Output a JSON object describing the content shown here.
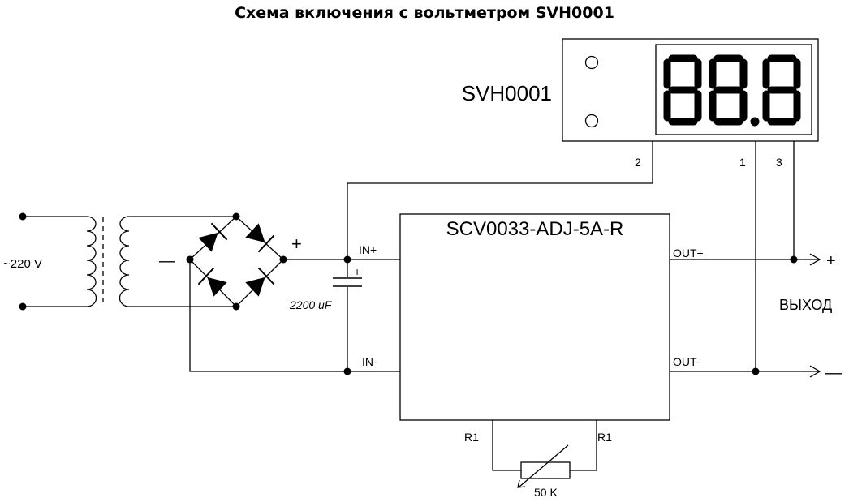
{
  "title": "Схема включения с вольтметром SVH0001",
  "voltmeter": {
    "name": "SVH0001",
    "display": "88.8",
    "pins": [
      "2",
      "1",
      "3"
    ]
  },
  "regulator": {
    "name": "SCV0033-ADJ-5A-R",
    "in_plus": "IN+",
    "in_minus": "IN-",
    "out_plus": "OUT+",
    "out_minus": "OUT-",
    "r1_left": "R1",
    "r1_right": "R1"
  },
  "input": {
    "voltage": "~220 V"
  },
  "bridge": {
    "minus": "—",
    "plus": "+"
  },
  "capacitor": {
    "value": "2200 uF",
    "polarity": "+"
  },
  "potentiometer": {
    "value": "50 K"
  },
  "output": {
    "label": "ВЫХОД",
    "plus": "+",
    "minus": "—"
  }
}
